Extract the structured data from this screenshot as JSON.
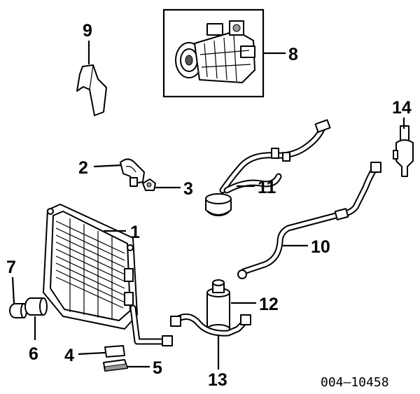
{
  "diagram": {
    "drawing_number": "004–10458",
    "callouts": [
      "1",
      "2",
      "3",
      "4",
      "5",
      "6",
      "7",
      "8",
      "9",
      "10",
      "11",
      "12",
      "13",
      "14"
    ]
  }
}
